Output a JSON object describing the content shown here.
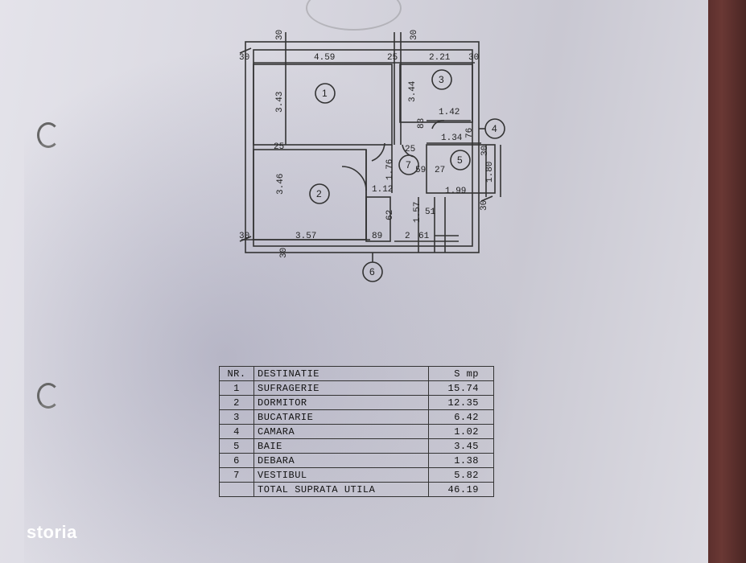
{
  "brand": {
    "logo_text": "storia"
  },
  "plan": {
    "dims": {
      "top_left_wall": "30",
      "top_left_wall2": "30",
      "room1_width": "4.59",
      "wall_mid": "25",
      "room3_width": "2.21",
      "right_wall": "30",
      "top_right_wall": "30",
      "room1_height": "3.43",
      "room3_height": "3.44",
      "hall_142": "1.42",
      "hall_83": "83",
      "hall_134": "1.34",
      "hall_76": "76",
      "wall_25b": "25",
      "wall_25c": "25",
      "vest_176": "1.76",
      "vest_59": "59",
      "vest_27": "27",
      "vest_112": "1.12",
      "bath_199": "1.99",
      "bath_180": "1.80",
      "right_30b": "30",
      "right_30c": "30",
      "room2_height": "3.46",
      "room2_width": "3.57",
      "deb_89": "89",
      "deb_157": "1.57",
      "deb_2": "2",
      "deb_61": "61",
      "deb_51": "51",
      "deb_62": "62",
      "bottom_left_wall": "30",
      "bottom_wall": "30"
    },
    "rooms": {
      "r1": "1",
      "r2": "2",
      "r3": "3",
      "r4": "4",
      "r5": "5",
      "r6": "6",
      "r7": "7"
    }
  },
  "legend": {
    "headers": [
      "NR.",
      "DESTINATIE",
      "S mp"
    ],
    "rows": [
      {
        "nr": "1",
        "name": "SUFRAGERIE",
        "area": "15.74"
      },
      {
        "nr": "2",
        "name": "DORMITOR",
        "area": "12.35"
      },
      {
        "nr": "3",
        "name": "BUCATARIE",
        "area": "6.42"
      },
      {
        "nr": "4",
        "name": "CAMARA",
        "area": "1.02"
      },
      {
        "nr": "5",
        "name": "BAIE",
        "area": "3.45"
      },
      {
        "nr": "6",
        "name": "DEBARA",
        "area": "1.38"
      },
      {
        "nr": "7",
        "name": "VESTIBUL",
        "area": "5.82"
      }
    ],
    "total": {
      "label": "TOTAL SUPRATA UTILA",
      "area": "46.19"
    }
  }
}
